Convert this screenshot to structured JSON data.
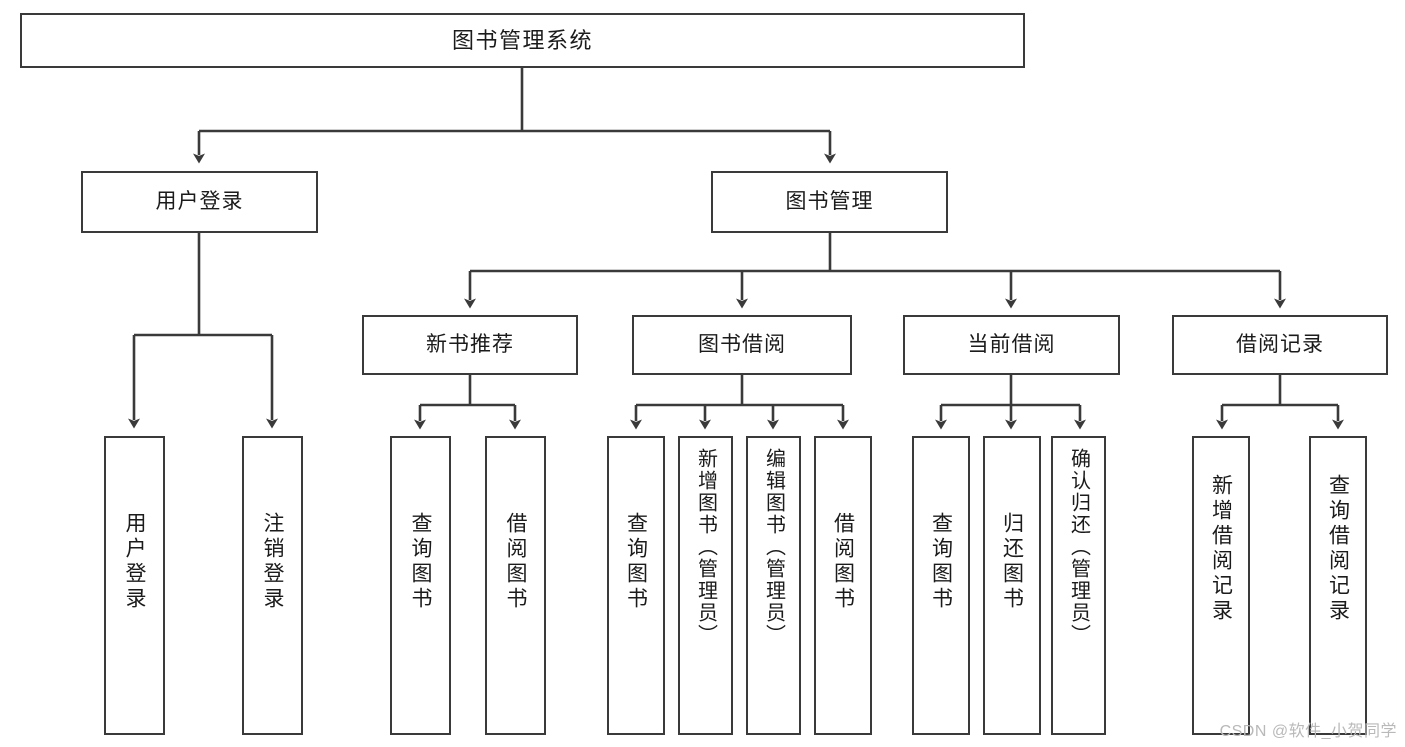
{
  "diagram": {
    "type": "tree",
    "title": "图书管理系统",
    "orientation": "top-down",
    "colors": {
      "box_border": "#3a3a3a",
      "box_fill": "#ffffff",
      "edge": "#3a3a3a",
      "text": "#1b1b1b",
      "watermark": "#b9b9b9",
      "background": "#ffffff"
    }
  },
  "root": {
    "label": "图书管理系统"
  },
  "level2": [
    {
      "label": "用户登录"
    },
    {
      "label": "图书管理"
    }
  ],
  "level3": [
    {
      "label": "新书推荐"
    },
    {
      "label": "图书借阅"
    },
    {
      "label": "当前借阅"
    },
    {
      "label": "借阅记录"
    }
  ],
  "leaves": {
    "user_login": [
      {
        "label": "用户登录"
      },
      {
        "label": "注销登录"
      }
    ],
    "new_book": [
      {
        "label": "查询图书"
      },
      {
        "label": "借阅图书"
      }
    ],
    "book_borrow": [
      {
        "label": "查询图书"
      },
      {
        "label": "新增图书（管理员）"
      },
      {
        "label": "编辑图书（管理员）"
      },
      {
        "label": "借阅图书"
      }
    ],
    "current_borrow": [
      {
        "label": "查询图书"
      },
      {
        "label": "归还图书"
      },
      {
        "label": "确认归还（管理员）"
      }
    ],
    "borrow_record": [
      {
        "label": "新增借阅记录"
      },
      {
        "label": "查询借阅记录"
      }
    ]
  },
  "watermark": {
    "text": "CSDN @软件_小贺同学"
  }
}
